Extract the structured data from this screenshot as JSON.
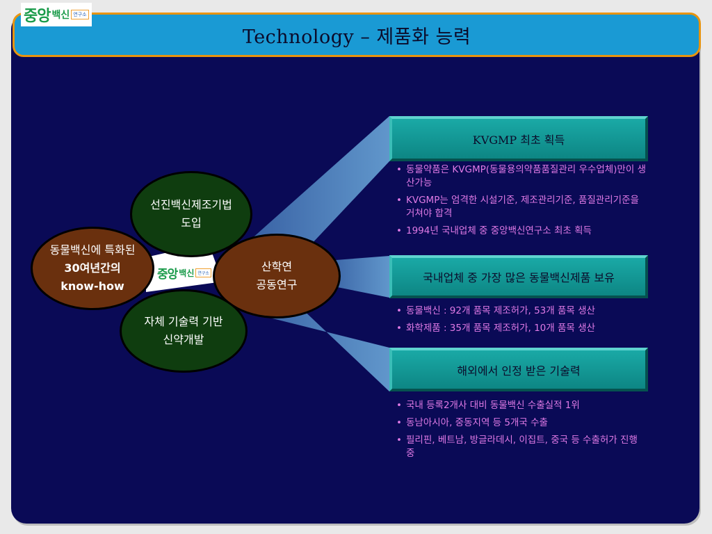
{
  "title": "Technology – 제품화 능력",
  "logo": {
    "main": "중앙",
    "sub": "백신",
    "box": "연구소"
  },
  "ellipses": {
    "top": [
      "선진백신제조기법",
      "도입"
    ],
    "left": [
      "동물백신에 특화된",
      "30여년간의",
      "know-how"
    ],
    "right": [
      "산학연",
      "공동연구"
    ],
    "bottom": [
      "자체 기술력 기반",
      "신약개발"
    ]
  },
  "panels": [
    {
      "label": "KVGMP 최초 획득",
      "bullets": [
        "동물약품은  KVGMP(동물용의약품품질관리 우수업체)만이 생산가능",
        "KVGMP는 엄격한 시설기준, 제조관리기준, 품질관리기준을 거쳐야 합격",
        "1994년 국내업체 중 중앙백신연구소 최초 획득"
      ]
    },
    {
      "label": "국내업체 중 가장 많은 동물백신제품 보유",
      "bullets": [
        "동물백신 : 92개 품목 제조허가, 53개 품목 생산",
        "화학제품 : 35개 품목 제조허가, 10개 품목 생산"
      ]
    },
    {
      "label": "해외에서 인정 받은 기술력",
      "bullets": [
        "국내 등록2개사 대비 동물백신 수출실적 1위",
        "동남아시아, 중동지역 등 5개국 수출",
        "필리핀, 베트남, 방글라데시, 이집트, 중국 등 수출허가 진행 중"
      ]
    }
  ],
  "colors": {
    "background": "#0a0a56",
    "title_bar": "#1a9ad4",
    "title_border": "#e8940e",
    "panel": "#1aa9a6",
    "bullet_text": "#e07ae6",
    "green_ellipse": "#0f3d0f",
    "brown_ellipse": "#6a300e"
  }
}
